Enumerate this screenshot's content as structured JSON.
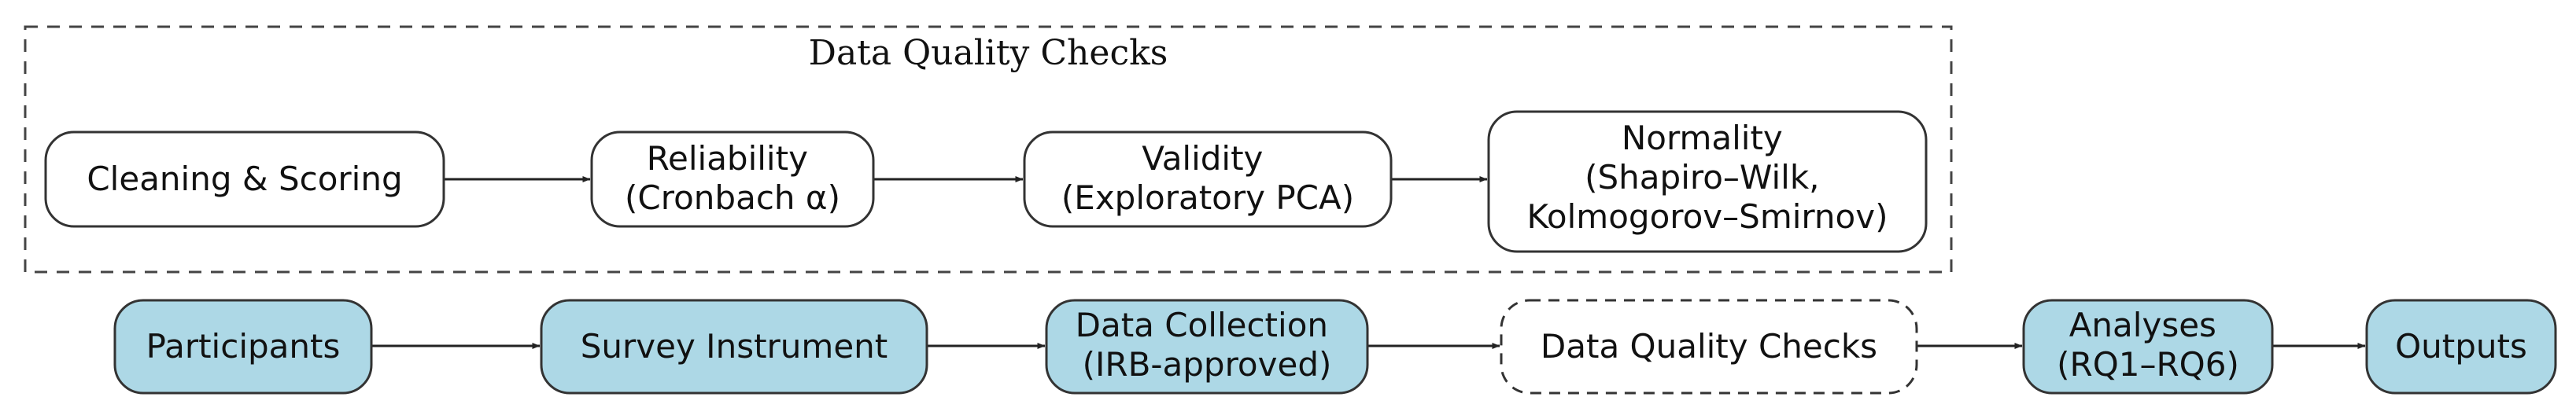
{
  "diagram": {
    "cluster_label": "Data Quality Checks",
    "colors": {
      "filled": "#add8e6",
      "stroke": "#333333",
      "plain": "#ffffff"
    },
    "top_nodes": [
      {
        "id": "cleaning",
        "lines": [
          "Cleaning & Scoring"
        ]
      },
      {
        "id": "reliability",
        "lines": [
          "Reliability",
          "(Cronbach α)"
        ]
      },
      {
        "id": "validity",
        "lines": [
          "Validity",
          "(Exploratory PCA)"
        ]
      },
      {
        "id": "normality",
        "lines": [
          "Normality",
          "(Shapiro–Wilk,",
          "Kolmogorov–Smirnov)"
        ]
      }
    ],
    "bottom_nodes": [
      {
        "id": "participants",
        "lines": [
          "Participants"
        ]
      },
      {
        "id": "survey",
        "lines": [
          "Survey Instrument"
        ]
      },
      {
        "id": "collection",
        "lines": [
          "Data Collection",
          "(IRB-approved)"
        ]
      },
      {
        "id": "dqc",
        "lines": [
          "Data Quality Checks"
        ]
      },
      {
        "id": "analyses",
        "lines": [
          "Analyses",
          "(RQ1–RQ6)"
        ]
      },
      {
        "id": "outputs",
        "lines": [
          "Outputs"
        ]
      }
    ]
  }
}
